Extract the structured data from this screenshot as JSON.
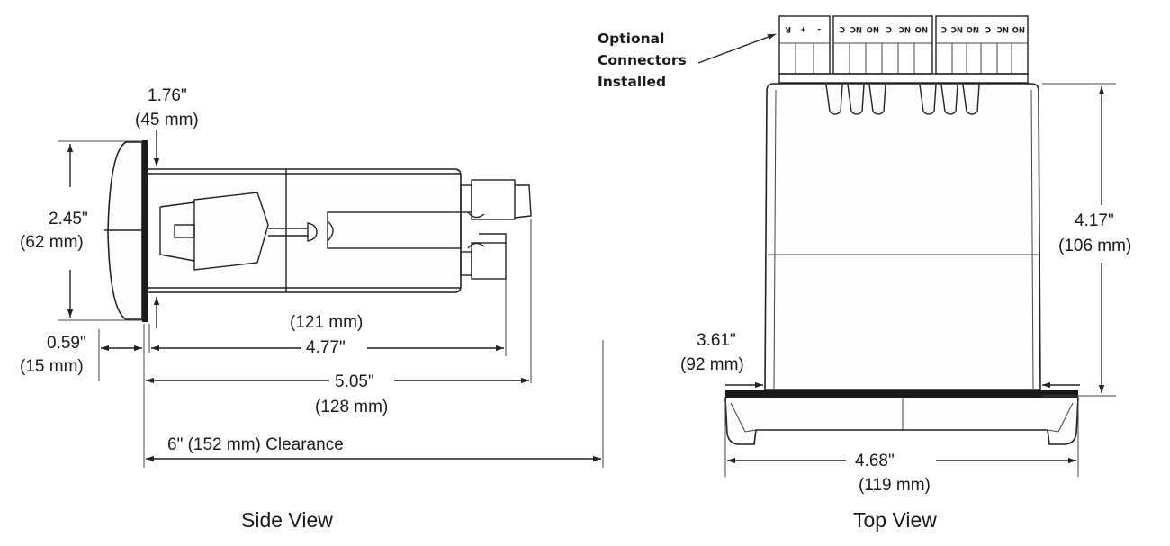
{
  "side_view": {
    "caption": "Side View",
    "bezel_depth_in": "1.76\"",
    "bezel_depth_mm": "(45 mm)",
    "height_in": "2.45\"",
    "height_mm": "(62 mm)",
    "bezel_thickness_in": "0.59\"",
    "bezel_thickness_mm": "(15 mm)",
    "depth_in": "4.77\"",
    "depth_mm": "(121 mm)",
    "total_depth_in": "5.05\"",
    "total_depth_mm": "(128 mm)",
    "clearance": "6\" (152 mm) Clearance"
  },
  "top_view": {
    "caption": "Top View",
    "callout_line1": "Optional",
    "callout_line2": "Connectors",
    "callout_line3": "Installed",
    "height_in": "4.17\"",
    "height_mm": "(106 mm)",
    "cutout_in": "3.61\"",
    "cutout_mm": "(92 mm)",
    "width_in": "4.68\"",
    "width_mm": "(119 mm)",
    "terminal_block_1": [
      "-",
      "+",
      "R"
    ],
    "terminal_block_2": [
      "C",
      "NC",
      "NO",
      "C",
      "NC",
      "NO"
    ],
    "terminal_block_3": [
      "C",
      "NC",
      "NO",
      "C",
      "NC",
      "NO"
    ]
  }
}
